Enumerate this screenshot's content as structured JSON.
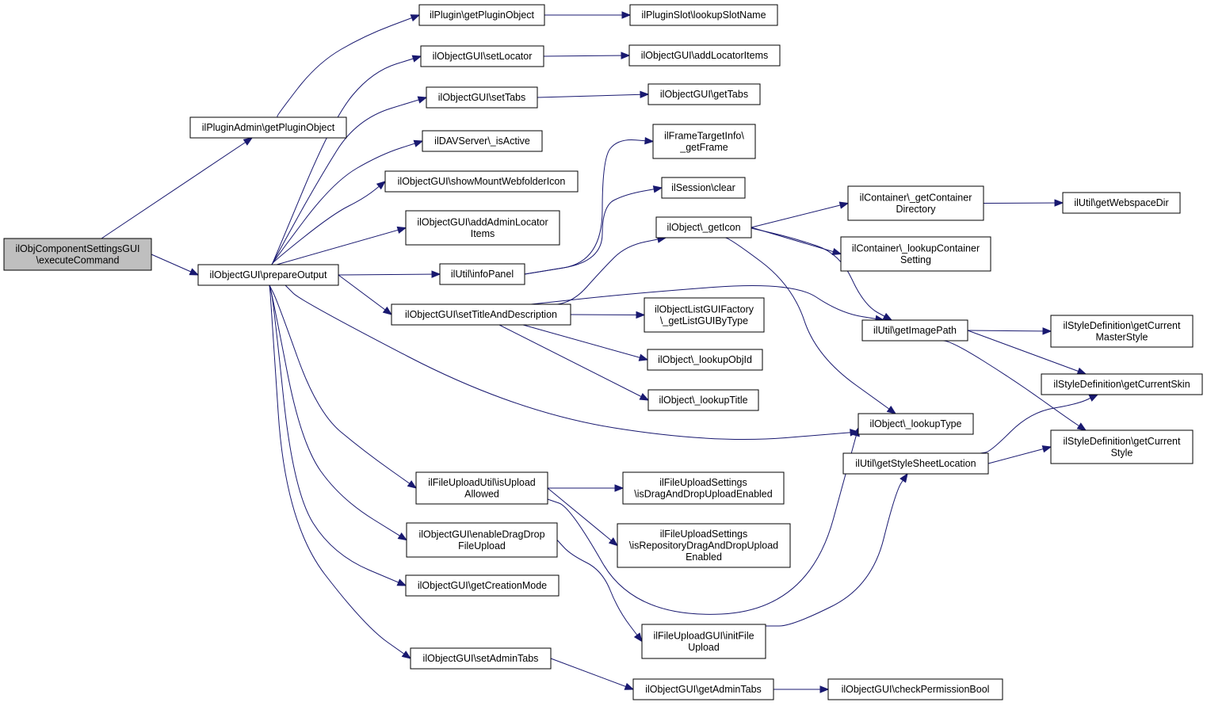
{
  "colors": {
    "edge": "#191970",
    "root_fill": "#bfbfbf",
    "node_fill": "#ffffff",
    "border": "#000000"
  },
  "nodes": [
    {
      "id": "root",
      "lines": [
        "ilObjComponentSettingsGUI",
        "\\executeCommand"
      ]
    },
    {
      "id": "pluginadmin",
      "lines": [
        "ilPluginAdmin\\getPluginObject"
      ]
    },
    {
      "id": "prepare",
      "lines": [
        "ilObjectGUI\\prepareOutput"
      ]
    },
    {
      "id": "plugin_get",
      "lines": [
        "ilPlugin\\getPluginObject"
      ]
    },
    {
      "id": "slot",
      "lines": [
        "ilPluginSlot\\lookupSlotName"
      ]
    },
    {
      "id": "setlocator",
      "lines": [
        "ilObjectGUI\\setLocator"
      ]
    },
    {
      "id": "addlocator",
      "lines": [
        "ilObjectGUI\\addLocatorItems"
      ]
    },
    {
      "id": "settabs",
      "lines": [
        "ilObjectGUI\\setTabs"
      ]
    },
    {
      "id": "gettabs",
      "lines": [
        "ilObjectGUI\\getTabs"
      ]
    },
    {
      "id": "dav",
      "lines": [
        "ilDAVServer\\_isActive"
      ]
    },
    {
      "id": "mount",
      "lines": [
        "ilObjectGUI\\showMountWebfolderIcon"
      ]
    },
    {
      "id": "adminloc",
      "lines": [
        "ilObjectGUI\\addAdminLocator",
        "Items"
      ]
    },
    {
      "id": "frame",
      "lines": [
        "ilFrameTargetInfo\\",
        "_getFrame"
      ]
    },
    {
      "id": "session",
      "lines": [
        "ilSession\\clear"
      ]
    },
    {
      "id": "infopanel",
      "lines": [
        "ilUtil\\infoPanel"
      ]
    },
    {
      "id": "geticon",
      "lines": [
        "ilObject\\_getIcon"
      ]
    },
    {
      "id": "cdir",
      "lines": [
        "ilContainer\\_getContainer",
        "Directory"
      ]
    },
    {
      "id": "webspace",
      "lines": [
        "ilUtil\\getWebspaceDir"
      ]
    },
    {
      "id": "csetting",
      "lines": [
        "ilContainer\\_lookupContainer",
        "Setting"
      ]
    },
    {
      "id": "settitle",
      "lines": [
        "ilObjectGUI\\setTitleAndDescription"
      ]
    },
    {
      "id": "listfactory",
      "lines": [
        "ilObjectListGUIFactory",
        "\\_getListGUIByType"
      ]
    },
    {
      "id": "imagepath",
      "lines": [
        "ilUtil\\getImagePath"
      ]
    },
    {
      "id": "master",
      "lines": [
        "ilStyleDefinition\\getCurrent",
        "MasterStyle"
      ]
    },
    {
      "id": "objid",
      "lines": [
        "ilObject\\_lookupObjId"
      ]
    },
    {
      "id": "skin",
      "lines": [
        "ilStyleDefinition\\getCurrentSkin"
      ]
    },
    {
      "id": "lookuptitle",
      "lines": [
        "ilObject\\_lookupTitle"
      ]
    },
    {
      "id": "lookuptype",
      "lines": [
        "ilObject\\_lookupType"
      ]
    },
    {
      "id": "curstyle",
      "lines": [
        "ilStyleDefinition\\getCurrent",
        "Style"
      ]
    },
    {
      "id": "stylesheet",
      "lines": [
        "ilUtil\\getStyleSheetLocation"
      ]
    },
    {
      "id": "isupload",
      "lines": [
        "ilFileUploadUtil\\isUpload",
        "Allowed"
      ]
    },
    {
      "id": "dnd",
      "lines": [
        "ilFileUploadSettings",
        "\\isDragAndDropUploadEnabled"
      ]
    },
    {
      "id": "repodnd",
      "lines": [
        "ilFileUploadSettings",
        "\\isRepositoryDragAndDropUpload",
        "Enabled"
      ]
    },
    {
      "id": "enabledd",
      "lines": [
        "ilObjectGUI\\enableDragDrop",
        "FileUpload"
      ]
    },
    {
      "id": "creation",
      "lines": [
        "ilObjectGUI\\getCreationMode"
      ]
    },
    {
      "id": "initfile",
      "lines": [
        "ilFileUploadGUI\\initFile",
        "Upload"
      ]
    },
    {
      "id": "setadmin",
      "lines": [
        "ilObjectGUI\\setAdminTabs"
      ]
    },
    {
      "id": "getadmin",
      "lines": [
        "ilObjectGUI\\getAdminTabs"
      ]
    },
    {
      "id": "checkperm",
      "lines": [
        "ilObjectGUI\\checkPermissionBool"
      ]
    }
  ],
  "edges": [
    [
      "root",
      "pluginadmin"
    ],
    [
      "root",
      "prepare"
    ],
    [
      "pluginadmin",
      "plugin_get"
    ],
    [
      "plugin_get",
      "slot"
    ],
    [
      "prepare",
      "setlocator"
    ],
    [
      "setlocator",
      "addlocator"
    ],
    [
      "prepare",
      "settabs"
    ],
    [
      "settabs",
      "gettabs"
    ],
    [
      "prepare",
      "dav"
    ],
    [
      "prepare",
      "mount"
    ],
    [
      "prepare",
      "adminloc"
    ],
    [
      "prepare",
      "infopanel"
    ],
    [
      "infopanel",
      "frame"
    ],
    [
      "infopanel",
      "session"
    ],
    [
      "prepare",
      "settitle"
    ],
    [
      "settitle",
      "geticon"
    ],
    [
      "settitle",
      "listfactory"
    ],
    [
      "settitle",
      "objid"
    ],
    [
      "settitle",
      "lookuptitle"
    ],
    [
      "settitle",
      "imagepath"
    ],
    [
      "geticon",
      "cdir"
    ],
    [
      "cdir",
      "webspace"
    ],
    [
      "geticon",
      "csetting"
    ],
    [
      "geticon",
      "imagepath"
    ],
    [
      "geticon",
      "lookuptype"
    ],
    [
      "imagepath",
      "master"
    ],
    [
      "imagepath",
      "skin"
    ],
    [
      "imagepath",
      "curstyle"
    ],
    [
      "stylesheet",
      "skin"
    ],
    [
      "stylesheet",
      "curstyle"
    ],
    [
      "prepare",
      "lookuptype"
    ],
    [
      "prepare",
      "isupload"
    ],
    [
      "isupload",
      "dnd"
    ],
    [
      "isupload",
      "repodnd"
    ],
    [
      "isupload",
      "lookuptype"
    ],
    [
      "prepare",
      "enabledd"
    ],
    [
      "enabledd",
      "initfile"
    ],
    [
      "initfile",
      "stylesheet"
    ],
    [
      "prepare",
      "creation"
    ],
    [
      "prepare",
      "setadmin"
    ],
    [
      "setadmin",
      "getadmin"
    ],
    [
      "getadmin",
      "checkperm"
    ]
  ]
}
